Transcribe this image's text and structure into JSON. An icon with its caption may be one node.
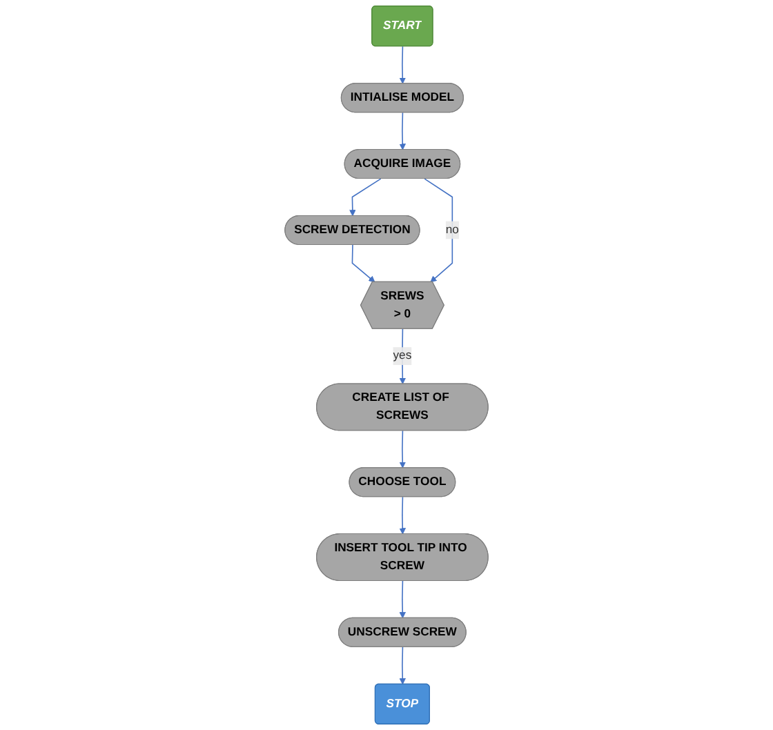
{
  "diagram": {
    "nodes": [
      {
        "text": [
          "START"
        ]
      },
      {
        "text": [
          "INTIALISE MODEL"
        ]
      },
      {
        "text": [
          "ACQUIRE IMAGE"
        ]
      },
      {
        "text": [
          "SCREW DETECTION"
        ]
      },
      {
        "text": [
          "SREWS",
          "> 0"
        ]
      },
      {
        "text": [
          "CREATE LIST OF SCREWS"
        ]
      },
      {
        "text": [
          "CHOOSE TOOL"
        ]
      },
      {
        "text": [
          "INSERT TOOL TIP INTO SCREW"
        ]
      },
      {
        "text": [
          "UNSCREW SCREW"
        ]
      },
      {
        "text": [
          "STOP"
        ]
      }
    ],
    "edges": [
      {
        "from": 0,
        "to": 1,
        "arrow": "to"
      },
      {
        "from": 1,
        "to": 2,
        "arrow": "to"
      },
      {
        "from": 2,
        "to": 3,
        "arrow": "to"
      },
      {
        "from": 3,
        "to": 4,
        "arrow": "to"
      },
      {
        "from": 4,
        "to": 5,
        "arrow": "to",
        "label": "yes"
      },
      {
        "from": 2,
        "to": 4,
        "arrow": "to",
        "label": "no"
      },
      {
        "from": 5,
        "to": 6,
        "arrow": "to"
      },
      {
        "from": 6,
        "to": 7,
        "arrow": "to"
      },
      {
        "from": 7,
        "to": 8,
        "arrow": "to"
      },
      {
        "from": 8,
        "to": 9,
        "arrow": "to"
      }
    ]
  }
}
